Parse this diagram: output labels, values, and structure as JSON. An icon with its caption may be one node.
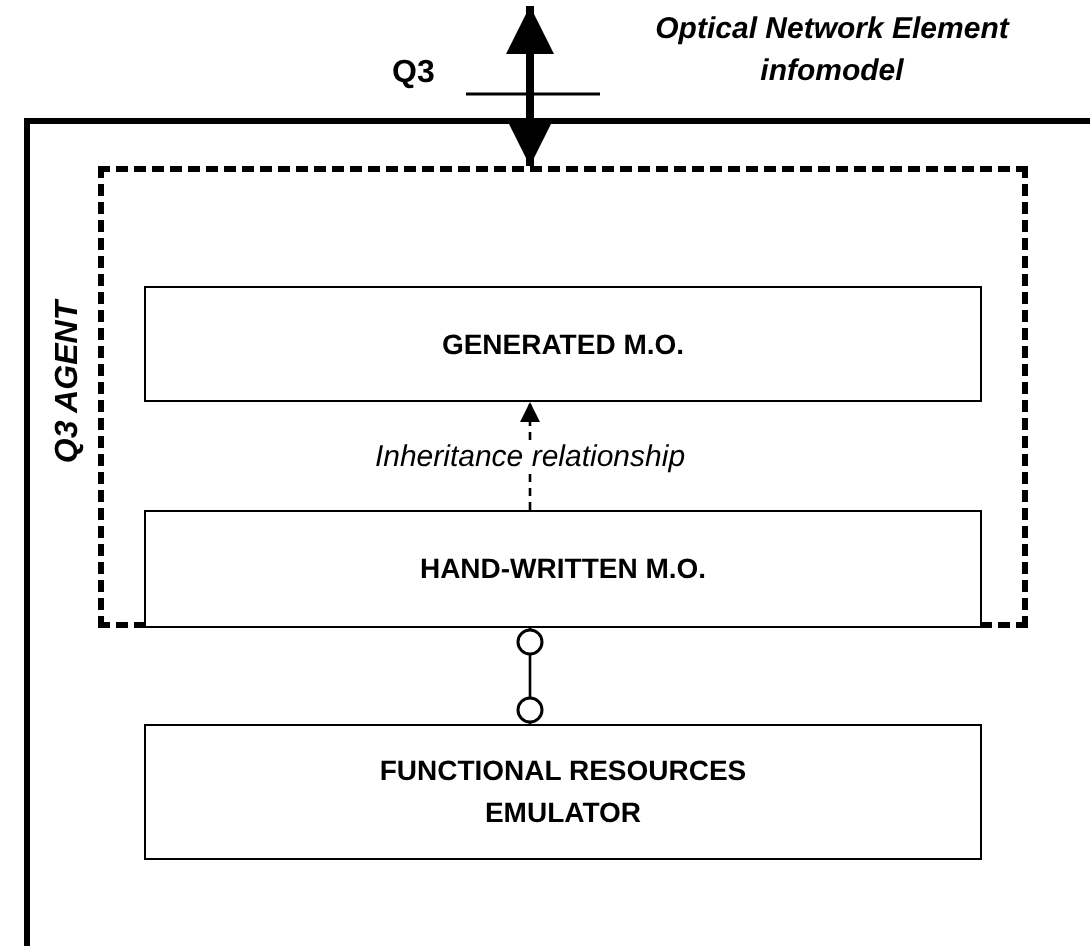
{
  "diagram": {
    "nodes": [
      {
        "text": [],
        "shape": "box"
      },
      {
        "text": [
          "Q3 AGENT"
        ],
        "in": 0
      },
      {
        "text": [
          "GENERATED M.O."
        ],
        "in": 1
      },
      {
        "text": [
          "HAND-WRITTEN M.O."
        ],
        "in": 1
      },
      {
        "text": [
          "FUNCTIONAL RESOURCES EMULATOR"
        ],
        "in": 0
      }
    ],
    "edges": [
      {
        "from": null,
        "to": 1,
        "arrow": "both",
        "style": "thick"
      },
      {
        "from": 3,
        "to": 2,
        "arrow": "to",
        "style": "dashed",
        "label": "Inheritance relationship"
      },
      {
        "from": 3,
        "to": 4,
        "arrow": "other"
      }
    ],
    "labels": [
      "Q3",
      "Optical Network Element infomodel"
    ]
  }
}
